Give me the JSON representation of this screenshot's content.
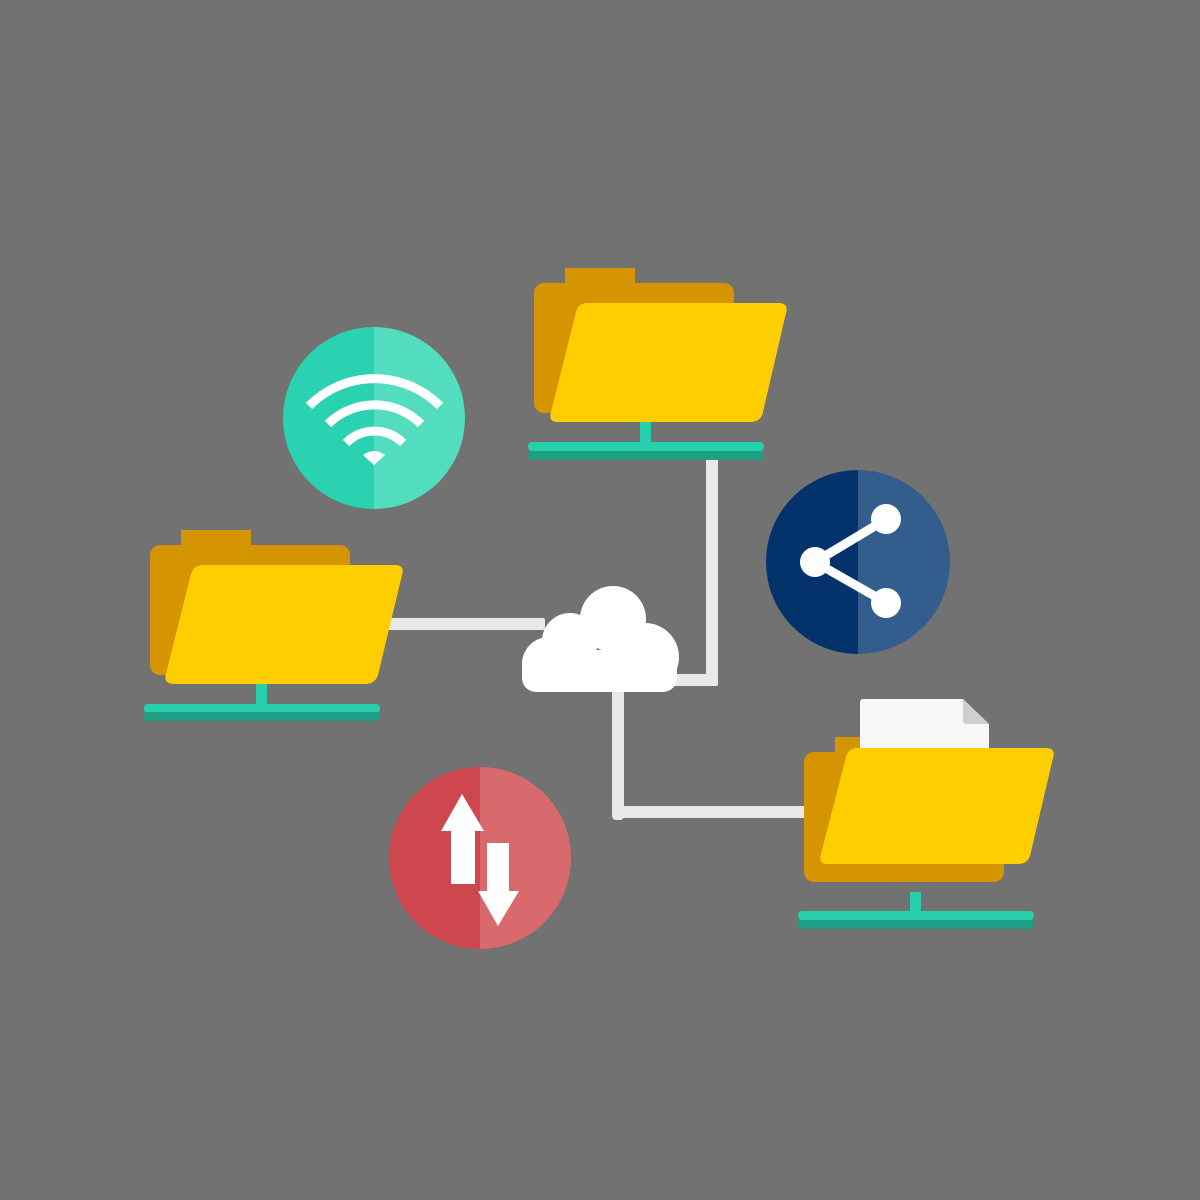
{
  "illustration": {
    "title": "File sharing network",
    "background": "#727272"
  },
  "colors": {
    "folder_back": "#D49500",
    "folder_front": "#FFCE00",
    "stand_light": "#27D0AD",
    "stand_dark": "#1E9E82",
    "connector": "#E8E8E8",
    "cloud": "#FFFFFF",
    "wifi_left": "#2BD2B1",
    "wifi_right": "#52DDBF",
    "share_left": "#04336C",
    "share_right": "#325D8C",
    "transfer_left": "#CE464E",
    "transfer_right": "#D86A6E",
    "document": "#F7F7F7",
    "document_fold": "#CFCFCF"
  },
  "nodes": [
    {
      "id": "folder-top",
      "label": "Shared folder (top)",
      "icon": "folder-icon"
    },
    {
      "id": "folder-left",
      "label": "Shared folder (left)",
      "icon": "folder-icon"
    },
    {
      "id": "folder-bottom-right",
      "label": "Shared folder with document",
      "icon": "folder-document-icon"
    },
    {
      "id": "cloud",
      "label": "Cloud",
      "icon": "cloud-icon"
    }
  ],
  "badges": [
    {
      "id": "wifi",
      "label": "Wi-Fi",
      "icon": "wifi-icon"
    },
    {
      "id": "share",
      "label": "Share",
      "icon": "share-icon"
    },
    {
      "id": "transfer",
      "label": "Upload / Download",
      "icon": "transfer-arrows-icon"
    }
  ]
}
